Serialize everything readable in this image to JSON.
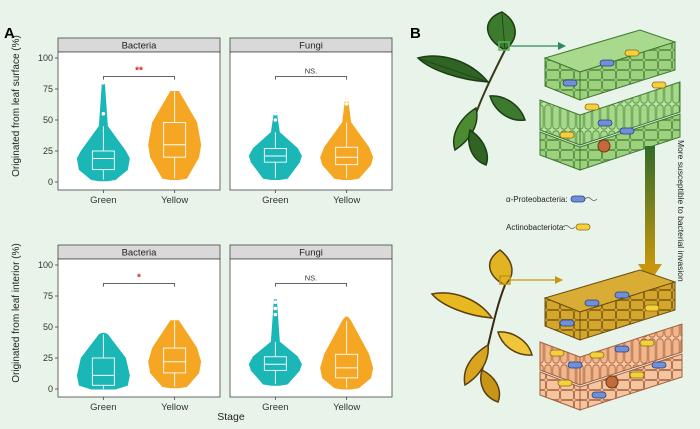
{
  "panel_a_label": "A",
  "panel_b_label": "B",
  "colors": {
    "green": "#1bb6b6",
    "yellow": "#f5a623",
    "background": "#e8f4ea",
    "strip": "#d9d9d9",
    "sig": "#e02020"
  },
  "chart_data": [
    {
      "type": "violin",
      "strip": "Bacteria",
      "ylabel": "Originated from leaf surface (%)",
      "ylim": [
        0,
        100
      ],
      "yticks": [
        0,
        25,
        50,
        75,
        100
      ],
      "categories": [
        "Green",
        "Yellow"
      ],
      "significance": "**",
      "series": [
        {
          "q1": 10,
          "median": 19,
          "q3": 25,
          "lower": 2,
          "upper": 45,
          "outliers": [
            55,
            80
          ],
          "max": 80
        },
        {
          "q1": 20,
          "median": 30,
          "q3": 48,
          "lower": 3,
          "upper": 73,
          "outliers": [],
          "max": 73
        }
      ]
    },
    {
      "type": "violin",
      "strip": "Fungi",
      "ylabel": "",
      "ylim": [
        0,
        100
      ],
      "yticks": [
        0,
        25,
        50,
        75,
        100
      ],
      "categories": [
        "Green",
        "Yellow"
      ],
      "significance": "NS.",
      "series": [
        {
          "q1": 16,
          "median": 21,
          "q3": 27,
          "lower": 3,
          "upper": 40,
          "outliers": [
            50,
            55
          ],
          "max": 56
        },
        {
          "q1": 14,
          "median": 20,
          "q3": 28,
          "lower": 3,
          "upper": 48,
          "outliers": [
            63,
            66
          ],
          "max": 67
        }
      ]
    },
    {
      "type": "violin",
      "strip": "Bacteria",
      "ylabel": "Originated from leaf interior (%)",
      "ylim": [
        0,
        100
      ],
      "yticks": [
        0,
        25,
        50,
        75,
        100
      ],
      "categories": [
        "Green",
        "Yellow"
      ],
      "significance": "*",
      "series": [
        {
          "q1": 3,
          "median": 11,
          "q3": 25,
          "lower": 0,
          "upper": 44,
          "outliers": [],
          "max": 45
        },
        {
          "q1": 13,
          "median": 22,
          "q3": 33,
          "lower": 2,
          "upper": 55,
          "outliers": [],
          "max": 55
        }
      ]
    },
    {
      "type": "violin",
      "strip": "Fungi",
      "ylabel": "",
      "ylim": [
        0,
        100
      ],
      "yticks": [
        0,
        25,
        50,
        75,
        100
      ],
      "categories": [
        "Green",
        "Yellow"
      ],
      "significance": "NS.",
      "series": [
        {
          "q1": 15,
          "median": 20,
          "q3": 26,
          "lower": 4,
          "upper": 38,
          "outliers": [
            60,
            65,
            70
          ],
          "max": 72
        },
        {
          "q1": 9,
          "median": 17,
          "q3": 28,
          "lower": 1,
          "upper": 55,
          "outliers": [],
          "max": 58
        }
      ]
    }
  ],
  "xlabel": "Stage",
  "diagram": {
    "legend_proteo": "α-Proteobacteria:",
    "legend_actino": "Actinobacteriota:",
    "arrow_label": "More susceptible to bacterial invasion"
  }
}
